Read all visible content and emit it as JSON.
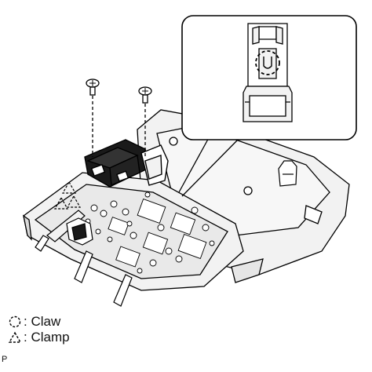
{
  "legend": {
    "items": [
      {
        "symbol": "claw",
        "label": ": Claw"
      },
      {
        "symbol": "clamp",
        "label": ": Clamp"
      }
    ]
  },
  "figure_code": "P",
  "icons": {
    "claw": "dashed-circle-icon",
    "clamp": "dashed-triangle-icon",
    "bolt": "screw-icon"
  },
  "colors": {
    "line": "#000000",
    "fill_light": "#f2f2f2",
    "fill_mid": "#d9d9d9",
    "fill_dark": "#1a1a1a",
    "background": "#ffffff"
  }
}
